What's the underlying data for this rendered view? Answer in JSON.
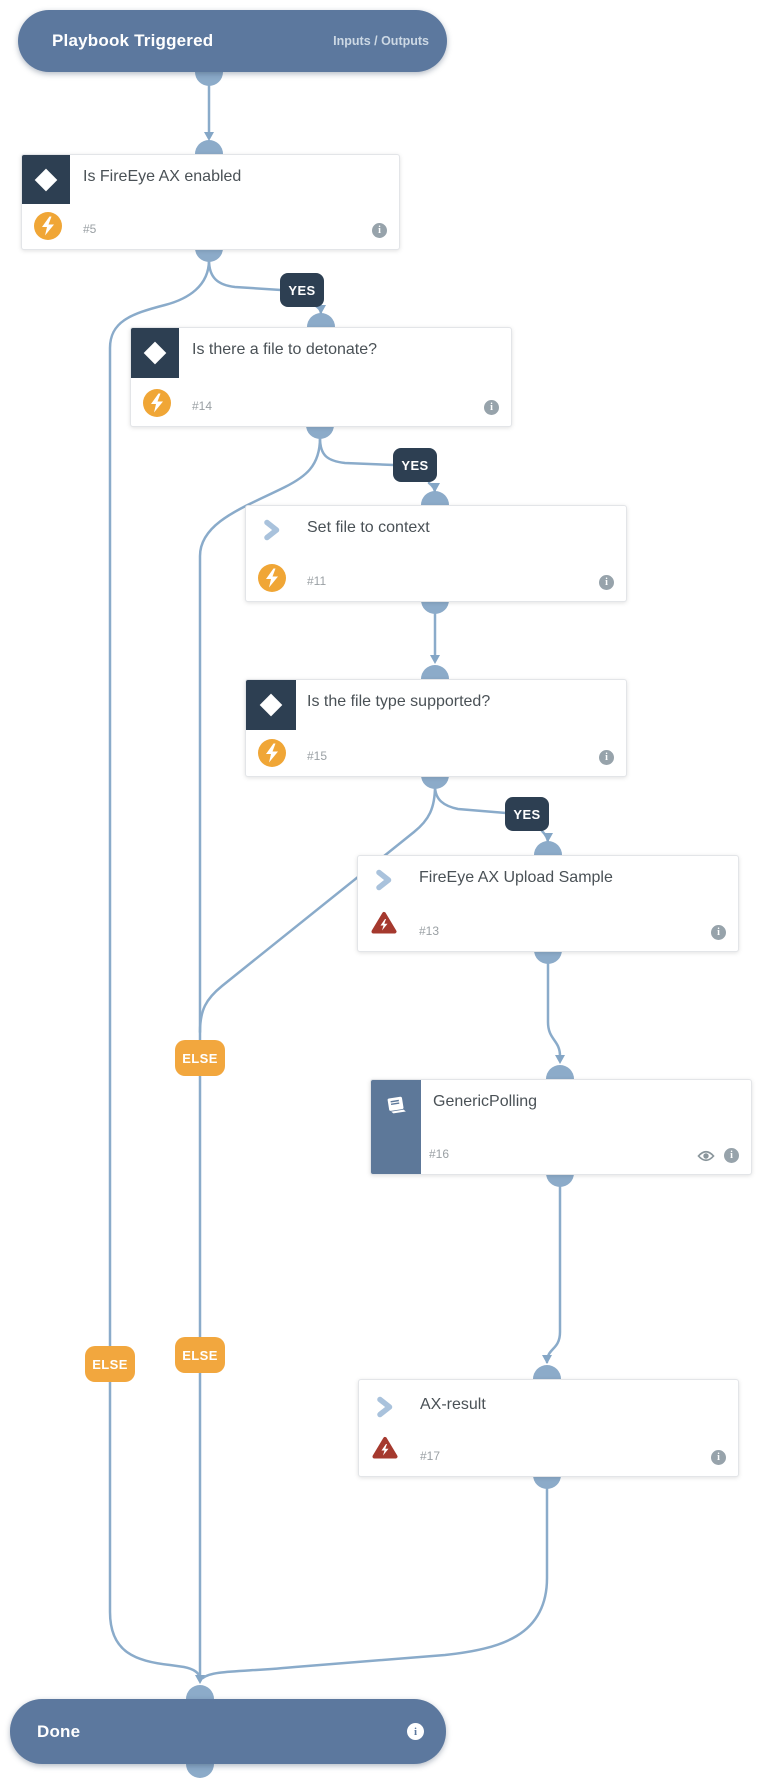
{
  "header": {
    "title": "Playbook Triggered",
    "io_link": "Inputs / Outputs"
  },
  "footer": {
    "title": "Done"
  },
  "edge_labels": {
    "yes": "YES",
    "else": "ELSE"
  },
  "colors": {
    "pill_slate": "#5c789e",
    "condition_dark": "#2d3f52",
    "task_orange": "#f0a636",
    "error_red": "#a5392e",
    "connector_blue": "#8aabca",
    "else_orange": "#f2a73e"
  },
  "nodes": [
    {
      "id": "#5",
      "title": "Is FireEye AX enabled",
      "kind": "condition",
      "status_icon": "lightning"
    },
    {
      "id": "#14",
      "title": "Is there a file to detonate?",
      "kind": "condition",
      "status_icon": "lightning"
    },
    {
      "id": "#11",
      "title": "Set file to context",
      "kind": "task",
      "status_icon": "lightning"
    },
    {
      "id": "#15",
      "title": "Is the file type supported?",
      "kind": "condition",
      "status_icon": "lightning"
    },
    {
      "id": "#13",
      "title": "FireEye AX Upload Sample",
      "kind": "task",
      "status_icon": "error"
    },
    {
      "id": "#16",
      "title": "GenericPolling",
      "kind": "sub-playbook",
      "status_icon": "book"
    },
    {
      "id": "#17",
      "title": "AX-result",
      "kind": "task",
      "status_icon": "error"
    }
  ]
}
